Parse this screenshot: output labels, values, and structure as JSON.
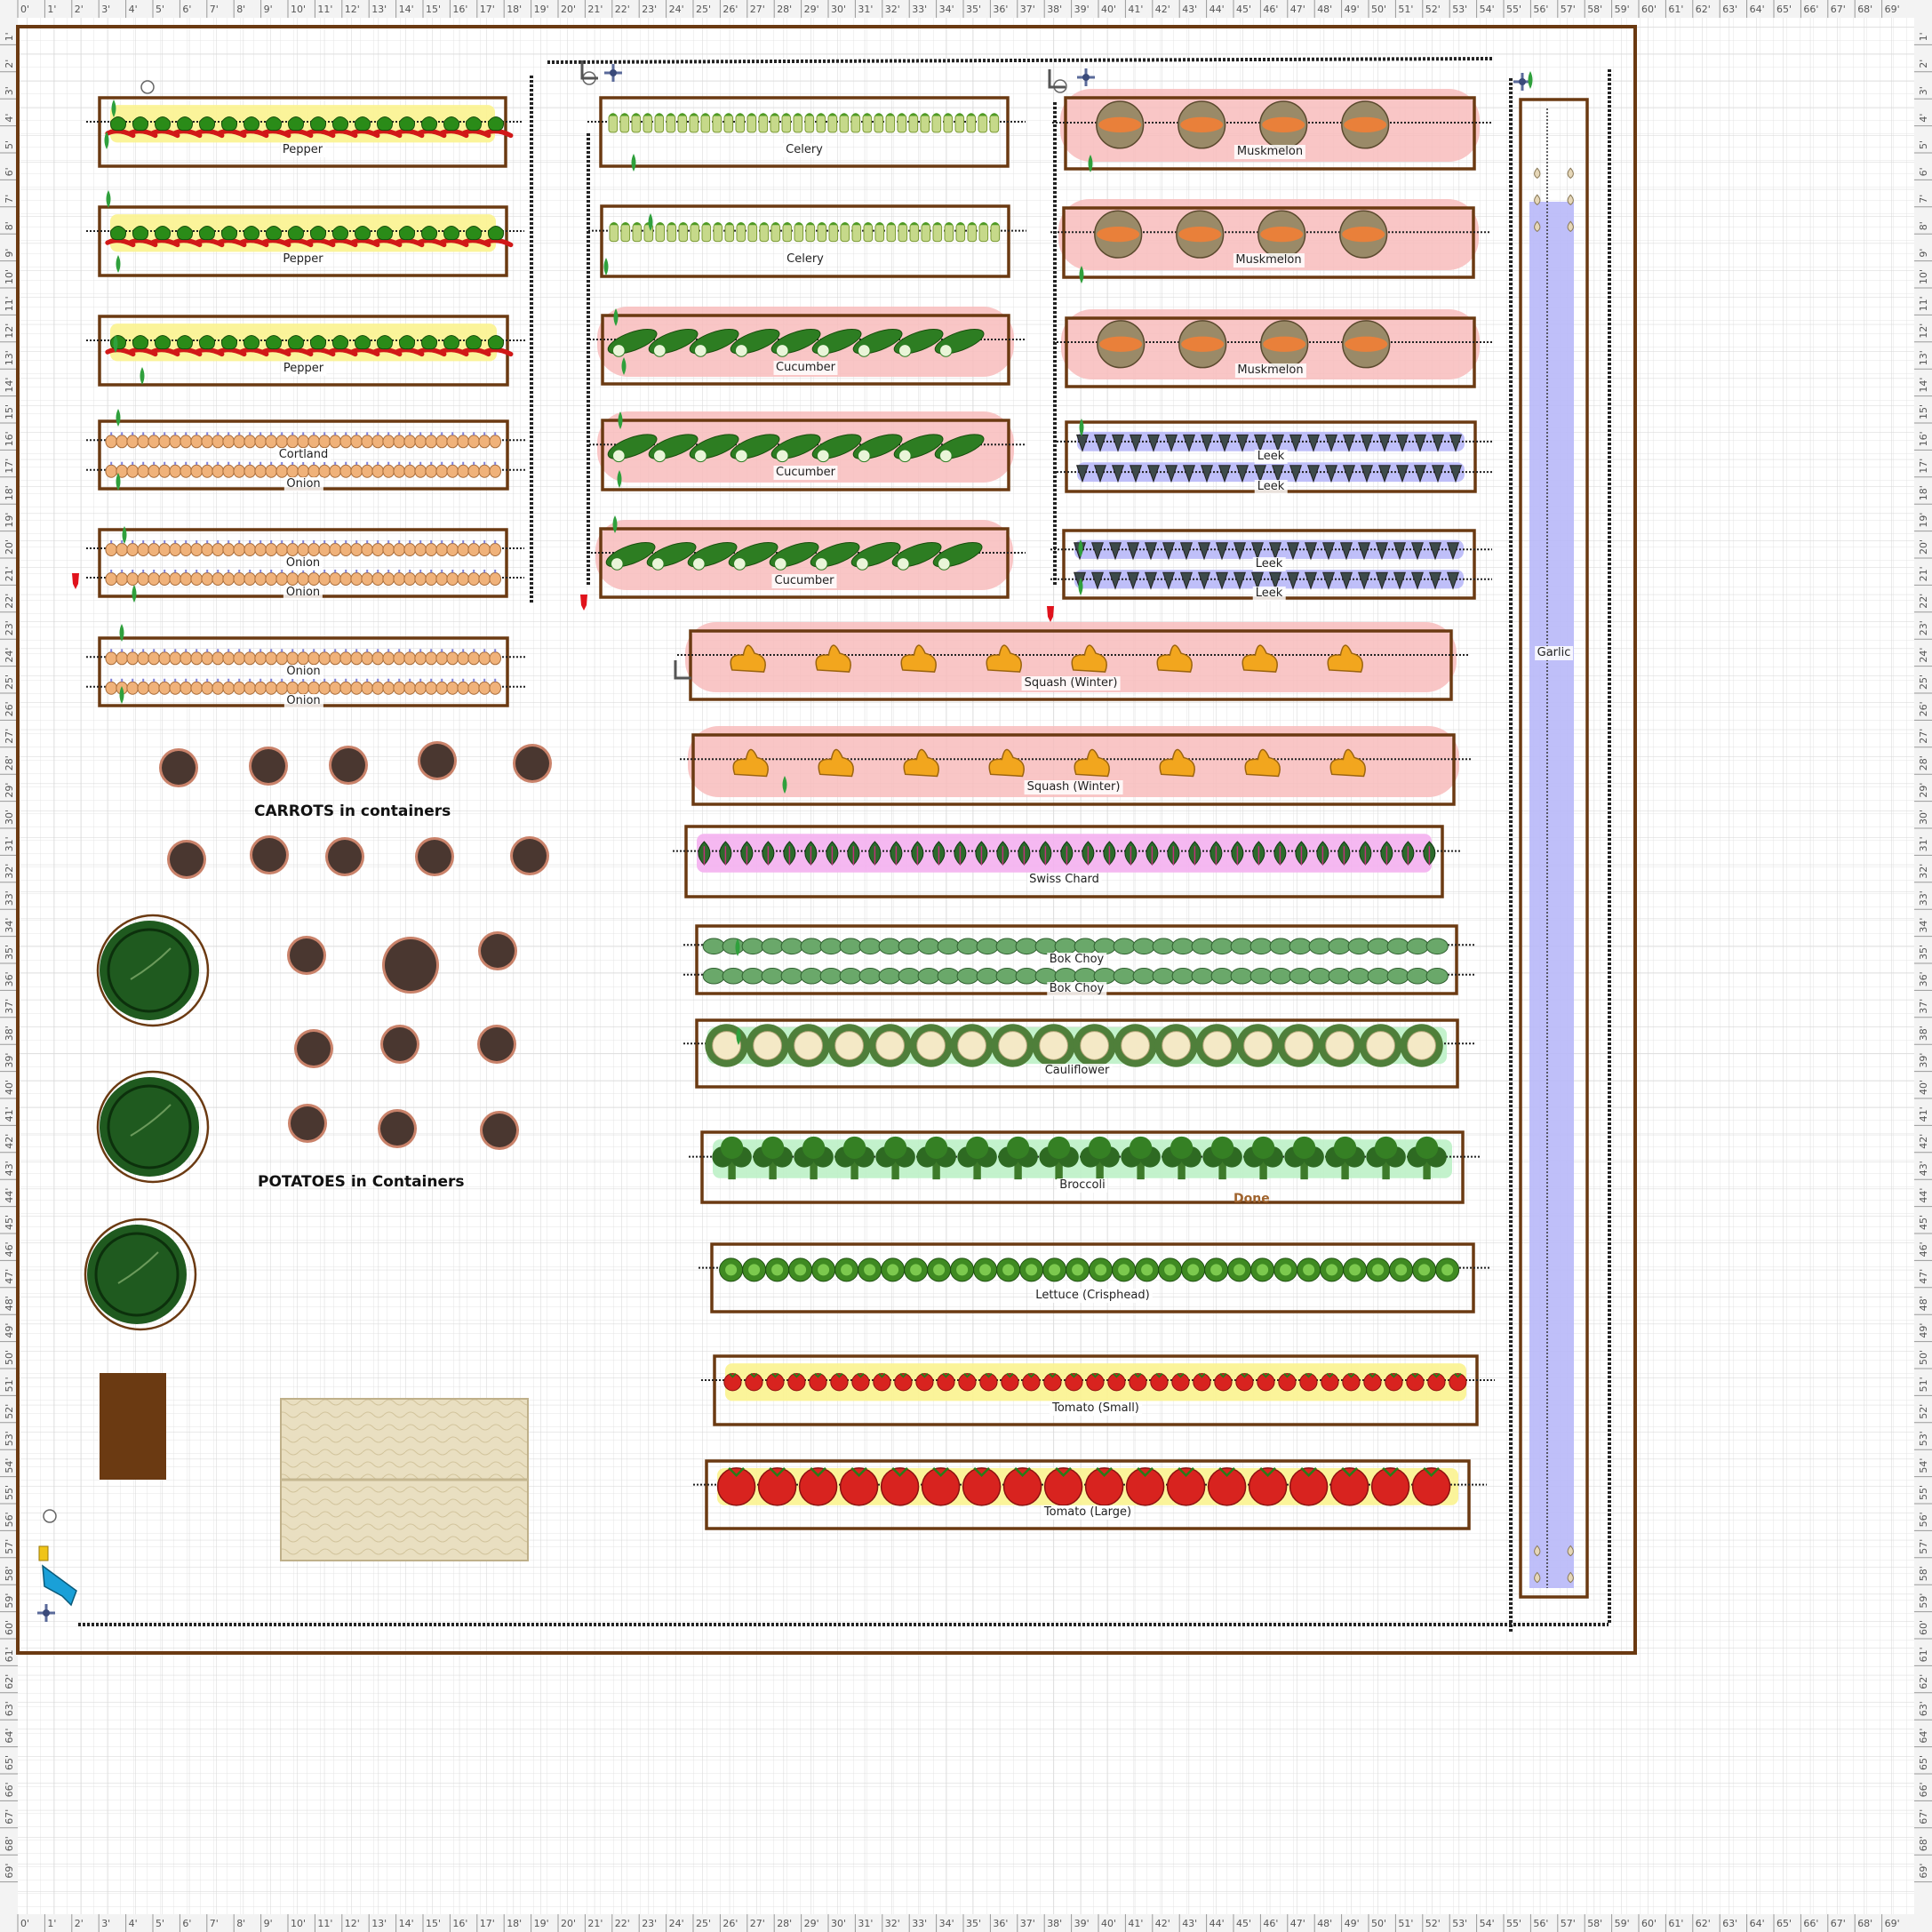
{
  "ruler": {
    "min": 0,
    "max": 69,
    "unit": "'"
  },
  "colors": {
    "bed_border": "#6b3a12",
    "row_yellow": "#fbf38f",
    "row_pink": "#f8bcbc",
    "row_blue": "#b8b8f8",
    "row_green": "#bdf1c7",
    "row_magenta": "#f4b0f0",
    "container": "#4a3730",
    "container_rim": "#c9826a",
    "potato_bin": "#1f5a1f",
    "compost": "#6b3a12",
    "cold_frame": "#e8dcbd"
  },
  "beds": [
    {
      "rows": [
        {
          "label": "Pepper",
          "plant": "pepper"
        }
      ]
    },
    {
      "rows": [
        {
          "label": "Pepper",
          "plant": "pepper"
        }
      ]
    },
    {
      "rows": [
        {
          "label": "Pepper",
          "plant": "pepper"
        }
      ]
    },
    {
      "rows": [
        {
          "label": "Cortland",
          "plant": "onion"
        },
        {
          "label": "Onion",
          "plant": "onion"
        }
      ]
    },
    {
      "rows": [
        {
          "label": "Onion",
          "plant": "onion"
        },
        {
          "label": "Onion",
          "plant": "onion"
        }
      ]
    },
    {
      "rows": [
        {
          "label": "Onion",
          "plant": "onion"
        },
        {
          "label": "Onion",
          "plant": "onion"
        }
      ]
    },
    {
      "rows": [
        {
          "label": "Celery",
          "plant": "celery"
        }
      ]
    },
    {
      "rows": [
        {
          "label": "Celery",
          "plant": "celery"
        }
      ]
    },
    {
      "rows": [
        {
          "label": "Cucumber",
          "plant": "cucumber"
        }
      ]
    },
    {
      "rows": [
        {
          "label": "Cucumber",
          "plant": "cucumber"
        }
      ]
    },
    {
      "rows": [
        {
          "label": "Cucumber",
          "plant": "cucumber"
        }
      ]
    },
    {
      "rows": [
        {
          "label": "Muskmelon",
          "plant": "melon"
        }
      ]
    },
    {
      "rows": [
        {
          "label": "Muskmelon",
          "plant": "melon"
        }
      ]
    },
    {
      "rows": [
        {
          "label": "Muskmelon",
          "plant": "melon"
        }
      ]
    },
    {
      "rows": [
        {
          "label": "Leek",
          "plant": "leek"
        },
        {
          "label": "Leek",
          "plant": "leek"
        }
      ]
    },
    {
      "rows": [
        {
          "label": "Leek",
          "plant": "leek"
        },
        {
          "label": "Leek",
          "plant": "leek"
        }
      ]
    },
    {
      "rows": [
        {
          "label": "Squash (Winter)",
          "plant": "squash"
        }
      ]
    },
    {
      "rows": [
        {
          "label": "Squash (Winter)",
          "plant": "squash"
        }
      ]
    },
    {
      "rows": [
        {
          "label": "Swiss Chard",
          "plant": "chard"
        }
      ]
    },
    {
      "rows": [
        {
          "label": "Bok Choy",
          "plant": "bokchoy"
        },
        {
          "label": "Bok Choy",
          "plant": "bokchoy"
        }
      ]
    },
    {
      "rows": [
        {
          "label": "Cauliflower",
          "plant": "cauliflower"
        }
      ]
    },
    {
      "rows": [
        {
          "label": "Broccoli",
          "plant": "broccoli"
        }
      ]
    },
    {
      "rows": [
        {
          "label": "Lettuce (Crisphead)",
          "plant": "lettuce"
        }
      ]
    },
    {
      "rows": [
        {
          "label": "Tomato (Small)",
          "plant": "tomato-small"
        }
      ]
    },
    {
      "rows": [
        {
          "label": "Tomato (Large)",
          "plant": "tomato-large"
        }
      ]
    },
    {
      "rows": [
        {
          "label": "Garlic",
          "plant": "garlic"
        }
      ]
    }
  ],
  "annotations": {
    "carrots": "CARROTS in containers",
    "potatoes": "POTATOES in Containers",
    "done": "Done"
  },
  "icons": [
    "water-tap-icon",
    "hose-reel-icon",
    "sprinkler-icon",
    "timer-icon",
    "pipe-connector-icon",
    "garden-plot-icon"
  ]
}
